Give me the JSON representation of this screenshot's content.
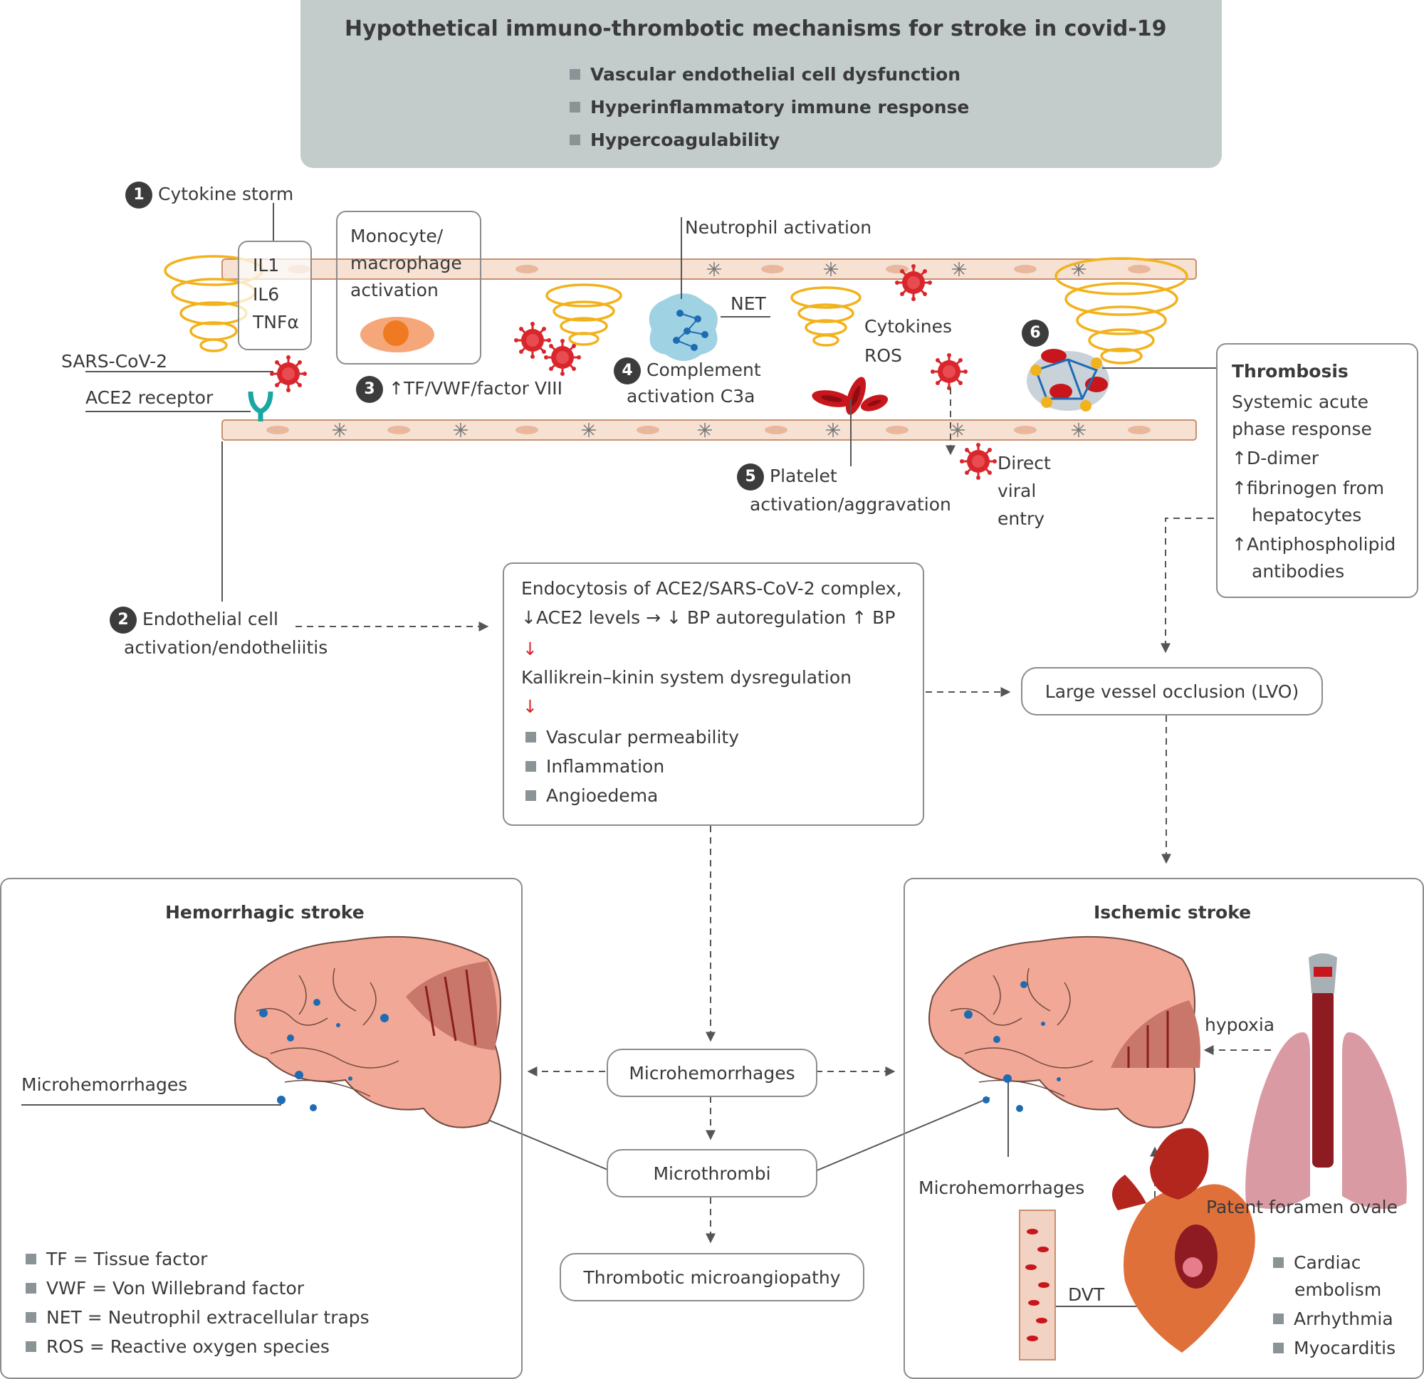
{
  "header": {
    "title": "Hypothetical immuno-thrombotic mechanisms for stroke in covid-19",
    "bullets": [
      "Vascular endothelial cell dysfunction",
      "Hyperinflammatory immune response",
      "Hypercoagulability"
    ]
  },
  "steps": {
    "s1": {
      "num": "1",
      "label": "Cytokine storm"
    },
    "s2": {
      "num": "2",
      "line1": "Endothelial cell",
      "line2": "activation/endotheliitis"
    },
    "s3": {
      "num": "3",
      "label": "↑TF/VWF/factor VIII"
    },
    "s4": {
      "num": "4",
      "line1": "Complement",
      "line2": "activation C3a"
    },
    "s5": {
      "num": "5",
      "line1": "Platelet",
      "line2": "activation/aggravation"
    },
    "s6": {
      "num": "6"
    }
  },
  "cytokines": {
    "il1": "IL1",
    "il6": "IL6",
    "tnf": "TNFα"
  },
  "monocyte": {
    "line1": "Monocyte/",
    "line2": "macrophage",
    "line3": "activation"
  },
  "labels": {
    "neutrophil": "Neutrophil activation",
    "net": "NET",
    "cyto": "Cytokines",
    "ros": "ROS",
    "sars": "SARS-CoV-2",
    "ace2": "ACE2 receptor",
    "direct1": "Direct",
    "direct2": "viral",
    "direct3": "entry"
  },
  "thrombosis": {
    "title": "Thrombosis",
    "lines": [
      "Systemic acute",
      "phase response",
      "↑D-dimer",
      "↑fibrinogen from",
      "hepatocytes",
      "↑Antiphospholipid",
      "antibodies"
    ]
  },
  "endo": {
    "l1": "Endocytosis of ACE2/SARS-CoV-2 complex,",
    "l2": "↓ACE2 levels → ↓ BP autoregulation ↑ BP",
    "arrow": "↓",
    "l3": "Kallikrein–kinin system dysregulation",
    "bullets": [
      "Vascular permeability",
      "Inflammation",
      "Angioedema"
    ]
  },
  "lvo": "Large vessel occlusion (LVO)",
  "micro": {
    "hem": "Microhemorrhages",
    "thrombi": "Microthrombi",
    "tma": "Thrombotic microangiopathy"
  },
  "hemorrhagic": {
    "title": "Hemorrhagic stroke",
    "micro_label": "Microhemorrhages",
    "legend": [
      "TF = Tissue factor",
      "VWF = Von Willebrand factor",
      "NET = Neutrophil extracellular traps",
      "ROS = Reactive oxygen species"
    ]
  },
  "ischemic": {
    "title": "Ischemic stroke",
    "hypoxia": "hypoxia",
    "micro_label": "Microhemorrhages",
    "pfo": "Patent foramen ovale",
    "dvt": "DVT",
    "bullets": [
      "Cardiac",
      "embolism",
      "Arrhythmia",
      "Myocarditis"
    ]
  },
  "colors": {
    "header_bg": "#c3cbcb",
    "vessel": "#f6e1d3",
    "virus": "#d9262c",
    "brain": "#f2a896",
    "lung": "#d99aa3",
    "heart": "#e0703a"
  }
}
